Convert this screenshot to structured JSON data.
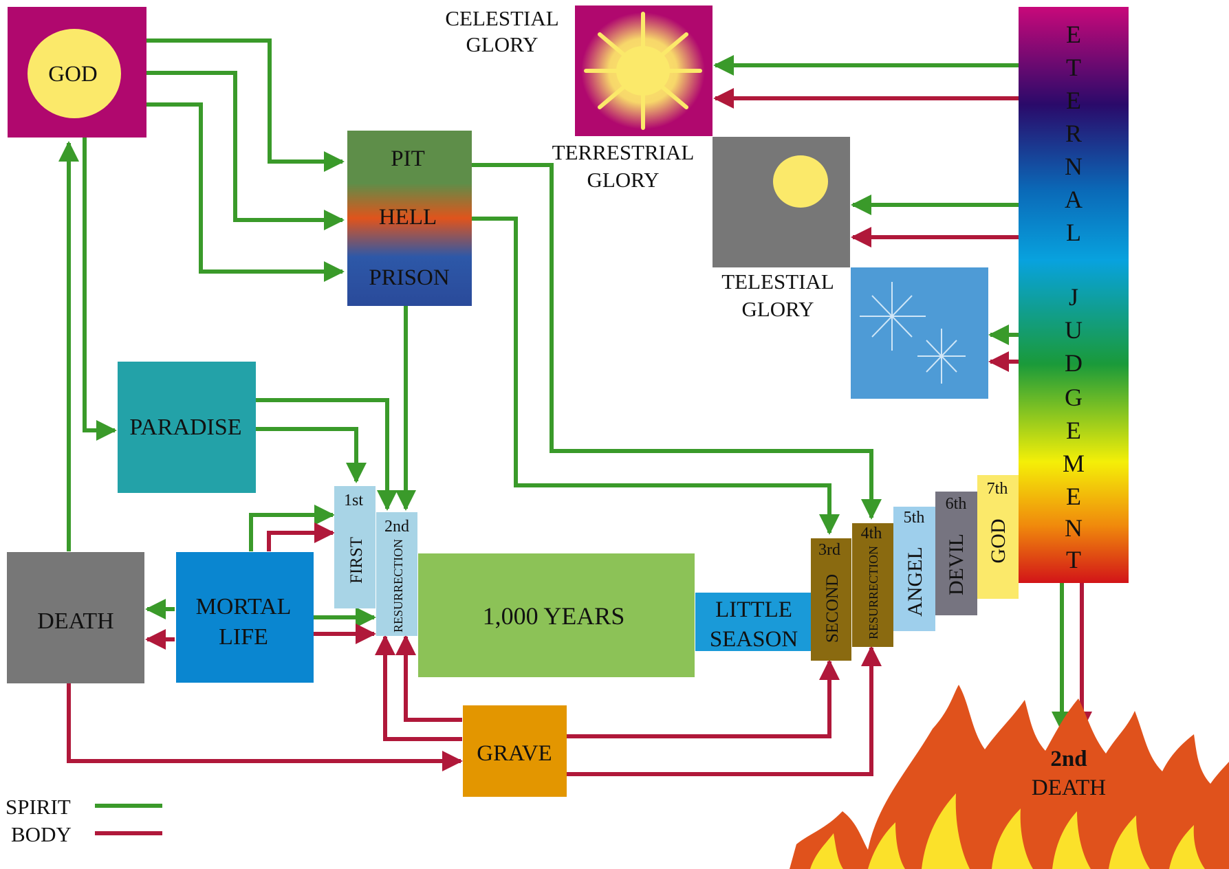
{
  "nodes": {
    "god": "GOD",
    "pit": "PIT",
    "hell": "HELL",
    "prison": "PRISON",
    "celestial_line1": "CELESTIAL",
    "celestial_line2": "GLORY",
    "terrestrial_line1": "TERRESTRIAL",
    "terrestrial_line2": "GLORY",
    "telestial_line1": "TELESTIAL",
    "telestial_line2": "GLORY",
    "paradise": "PARADISE",
    "death": "DEATH",
    "mortal_line1": "MORTAL",
    "mortal_line2": "LIFE",
    "first_res_number": "1st",
    "first_res_word": "FIRST",
    "second_res_number": "2nd",
    "resurrection_word": "RESURRECTION",
    "thousand_years": "1,000 YEARS",
    "little_line1": "LITTLE",
    "little_line2": "SEASON",
    "third_number": "3rd",
    "second_word": "SECOND",
    "fourth_number": "4th",
    "fifth_number": "5th",
    "angel": "ANGEL",
    "sixth_number": "6th",
    "devil": "DEVIL",
    "seventh_number": "7th",
    "god_small": "GOD",
    "grave": "GRAVE",
    "second_death_line1": "2nd",
    "second_death_line2": "DEATH",
    "eternal_letters": [
      "E",
      "T",
      "E",
      "R",
      "N",
      "A",
      "L",
      "J",
      "U",
      "D",
      "G",
      "E",
      "M",
      "E",
      "N",
      "T"
    ]
  },
  "legend": {
    "spirit": "SPIRIT",
    "body": "BODY"
  },
  "colors": {
    "spirit_arrow": "#3a9a2a",
    "body_arrow": "#b0183a",
    "magenta": "#b0086e",
    "death_grey": "#777777",
    "mortal_blue": "#0a86d0",
    "paradise_teal": "#23a2a8",
    "years_green": "#8cc257",
    "little_season_blue": "#1a9ad8",
    "res_light_blue": "#a8d4e6",
    "olive": "#8a6a10",
    "grave_orange": "#e39600",
    "sun_yellow": "#fbe96a"
  }
}
